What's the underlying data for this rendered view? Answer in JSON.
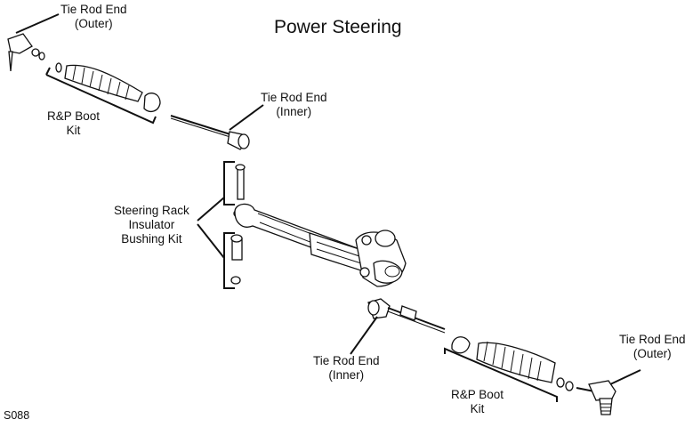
{
  "title": "Power Steering",
  "code": "S088",
  "labels": {
    "tie_rod_outer_top": [
      "Tie Rod End",
      "(Outer)"
    ],
    "boot_kit_top": [
      "R&P Boot",
      "Kit"
    ],
    "tie_rod_inner_top": [
      "Tie Rod End",
      "(Inner)"
    ],
    "insulator_kit": [
      "Steering Rack",
      "Insulator",
      "Bushing Kit"
    ],
    "tie_rod_inner_bottom": [
      "Tie Rod End",
      "(Inner)"
    ],
    "boot_kit_bottom": [
      "R&P Boot",
      "Kit"
    ],
    "tie_rod_outer_bottom": [
      "Tie Rod End",
      "(Outer)"
    ]
  }
}
